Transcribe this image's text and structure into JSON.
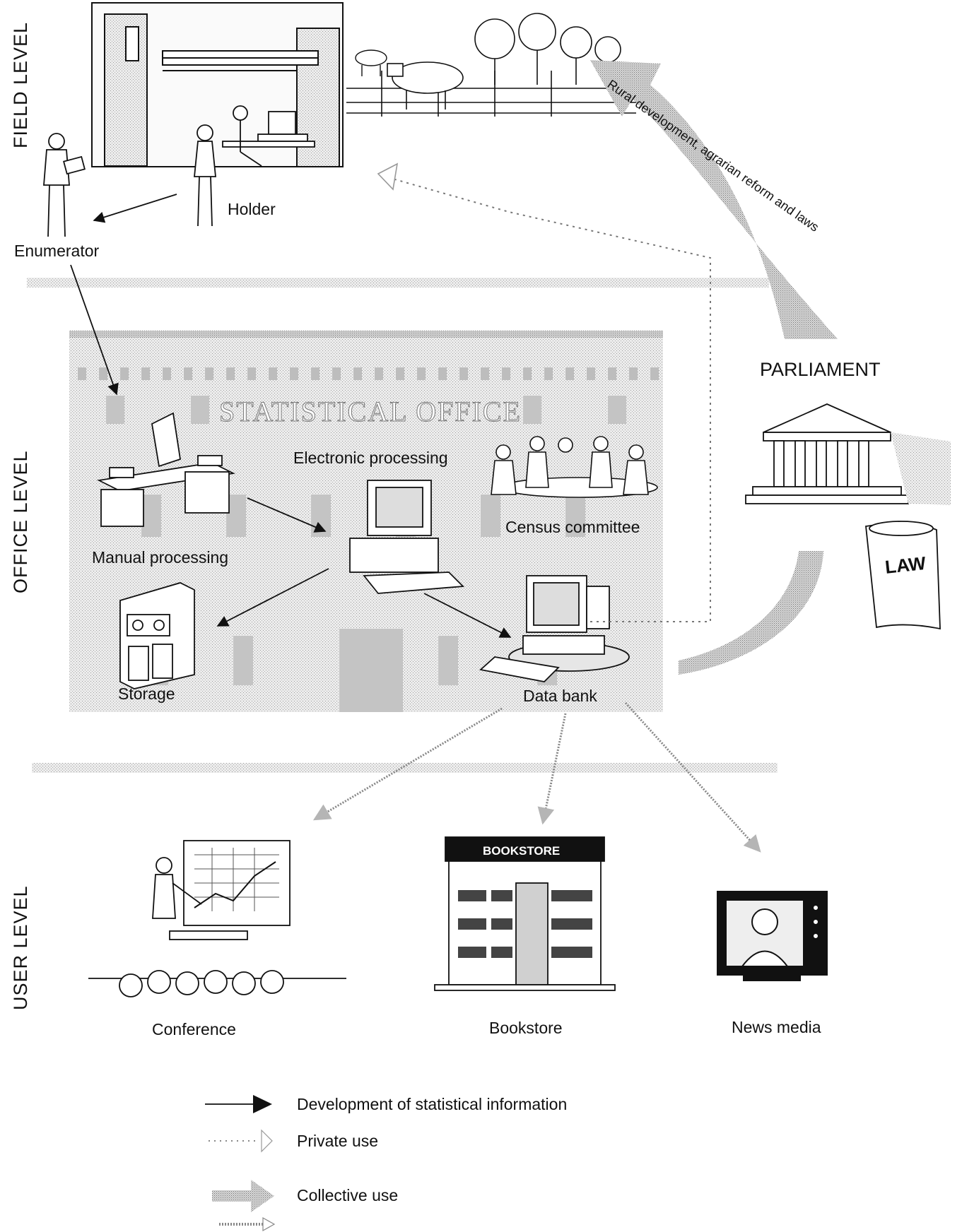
{
  "levels": {
    "field": "FIELD LEVEL",
    "office": "OFFICE LEVEL",
    "user": "USER LEVEL"
  },
  "nodes": {
    "holder": "Holder",
    "enumerator": "Enumerator",
    "statistical_office": "STATISTICAL OFFICE",
    "electronic_processing": "Electronic processing",
    "census_committee": "Census committee",
    "manual_processing": "Manual processing",
    "storage": "Storage",
    "data_bank": "Data bank",
    "parliament": "PARLIAMENT",
    "law": "LAW",
    "conference": "Conference",
    "bookstore": "Bookstore",
    "bookstore_sign": "BOOKSTORE",
    "news_media": "News media"
  },
  "curved_arrow_label": "Rural development, agrarian reform and laws",
  "legend": [
    {
      "style": "solid",
      "label": "Development of statistical information"
    },
    {
      "style": "dotted",
      "label": "Private use"
    },
    {
      "style": "shaded",
      "label": "Collective use"
    },
    {
      "style": "hatched",
      "label": ""
    }
  ],
  "colors": {
    "ink": "#111111",
    "shade": "#c9c9c9",
    "shade_dark": "#9a9a9a",
    "office_bg": "#e4e4e4"
  }
}
